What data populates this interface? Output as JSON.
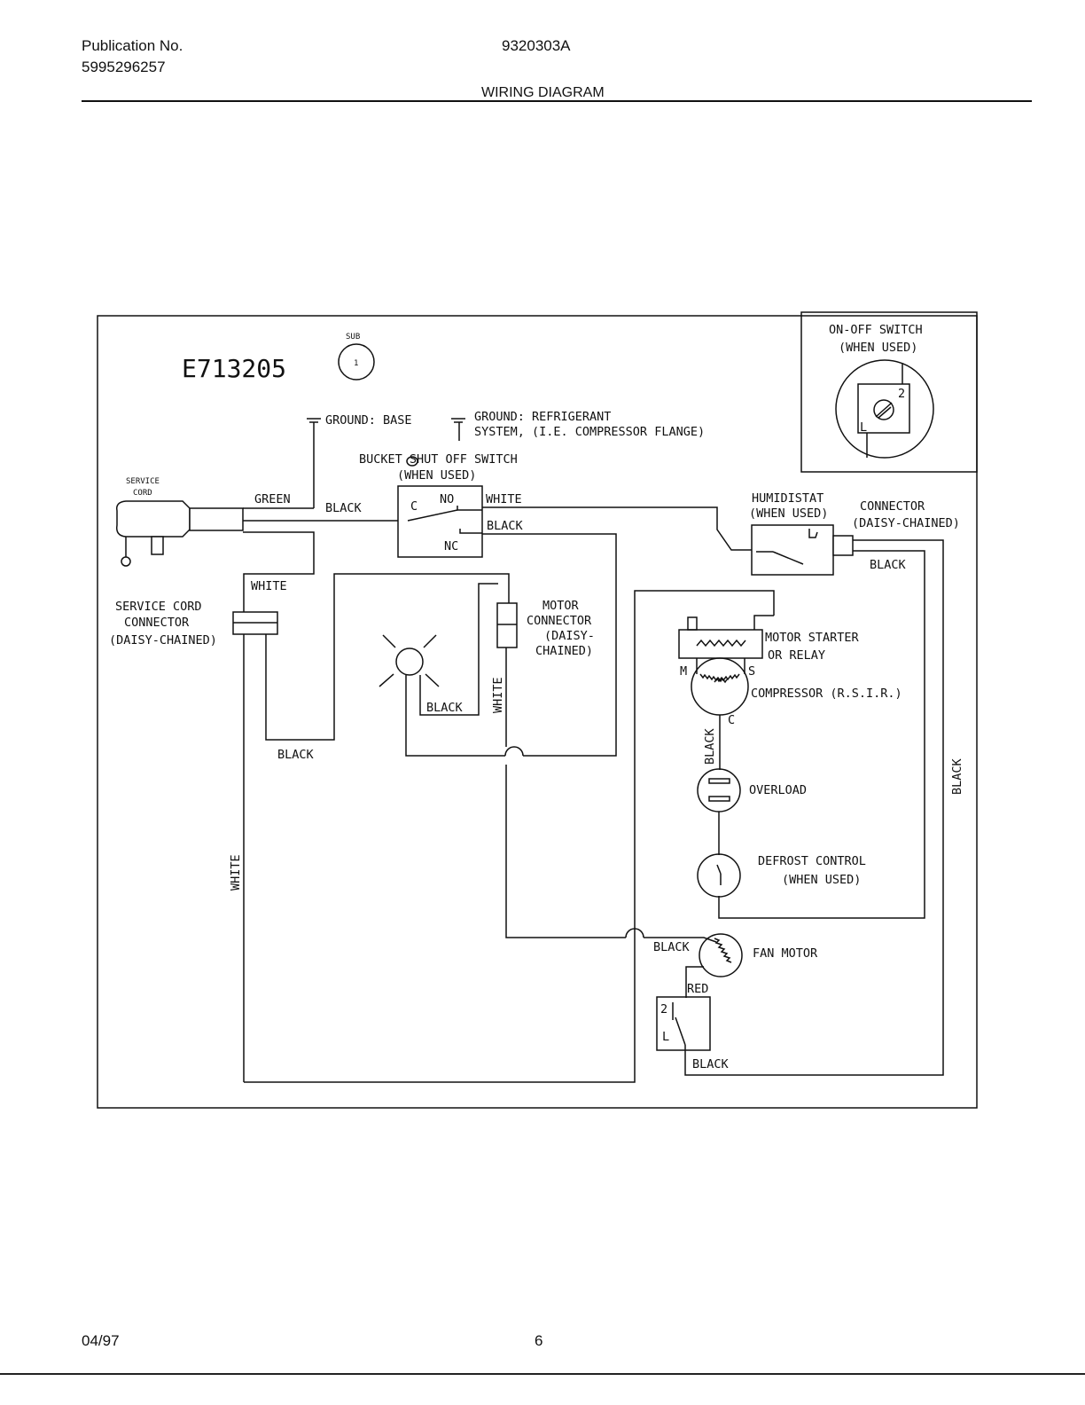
{
  "header": {
    "publication_label": "Publication No.",
    "publication_number": "5995296257",
    "document_id": "9320303A",
    "sheet_title": "WIRING DIAGRAM"
  },
  "footer": {
    "date": "04/97",
    "page": "6"
  },
  "diagram": {
    "model": "E713205",
    "sub_label": "SUB",
    "sub_number": "1",
    "ground_base": "GROUND: BASE",
    "ground_refrigerant_line1": "GROUND: REFRIGERANT",
    "ground_refrigerant_line2": "SYSTEM, (I.E. COMPRESSOR FLANGE)",
    "onoff_line1": "ON-OFF SWITCH",
    "onoff_line2": "(WHEN USED)",
    "onoff_term2": "2",
    "onoff_termL": "L",
    "service_cord_line1": "SERVICE",
    "service_cord_line2": "CORD",
    "bucket_line1": "BUCKET SHUT OFF SWITCH",
    "bucket_line2": "(WHEN USED)",
    "term_c": "C",
    "term_no": "NO",
    "term_nc": "NC",
    "humidistat_line1": "HUMIDISTAT",
    "humidistat_line2": "(WHEN USED)",
    "connector_line1": "CONNECTOR",
    "connector_line2": "(DAISY-CHAINED)",
    "cord_connector_line1": "SERVICE CORD",
    "cord_connector_line2": "CONNECTOR",
    "cord_connector_line3": "(DAISY-CHAINED)",
    "motor_connector_line1": "MOTOR",
    "motor_connector_line2": "CONNECTOR",
    "motor_connector_line3": "(DAISY-",
    "motor_connector_line4": "CHAINED)",
    "starter_line1": "MOTOR STARTER",
    "starter_line2": "OR RELAY",
    "term_m": "M",
    "term_s": "S",
    "compressor": "COMPRESSOR (R.S.I.R.)",
    "overload": "OVERLOAD",
    "defrost_line1": "DEFROST CONTROL",
    "defrost_line2": "(WHEN USED)",
    "fan_motor": "FAN MOTOR",
    "fan_term2": "2",
    "fan_termL": "L",
    "wires": {
      "green": "GREEN",
      "black": "BLACK",
      "white": "WHITE",
      "red": "RED"
    }
  }
}
